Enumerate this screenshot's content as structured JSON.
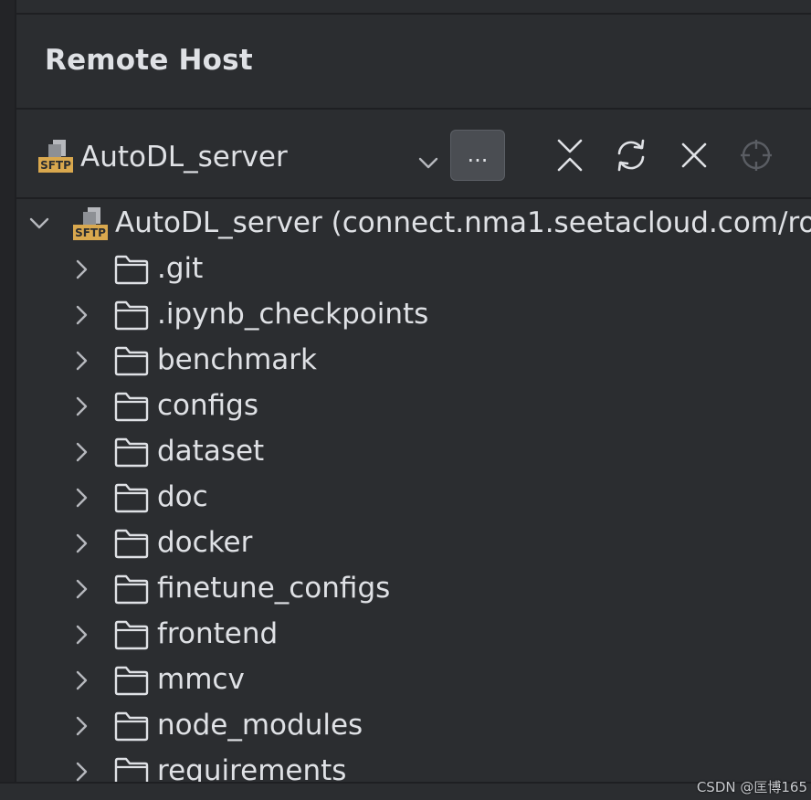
{
  "panel": {
    "title": "Remote Host"
  },
  "toolbar": {
    "server_name": "AutoDL_server",
    "server_icon": "sftp-icon",
    "more_label": "...",
    "icons": [
      "collapse-all-icon",
      "refresh-icon",
      "close-icon",
      "locate-icon"
    ]
  },
  "tree": {
    "root": {
      "label": "AutoDL_server (connect.nma1.seetacloud.com/ro",
      "expanded": true,
      "icon": "sftp-icon"
    },
    "folders": [
      ".git",
      ".ipynb_checkpoints",
      "benchmark",
      "configs",
      "dataset",
      "doc",
      "docker",
      "finetune_configs",
      "frontend",
      "mmcv",
      "node_modules",
      "requirements"
    ]
  },
  "watermark": "CSDN @匡博165",
  "colors": {
    "background": "#2b2d30",
    "text": "#dfe1e5",
    "divider": "#1e1f22",
    "sftp_accent": "#d9a84e"
  }
}
